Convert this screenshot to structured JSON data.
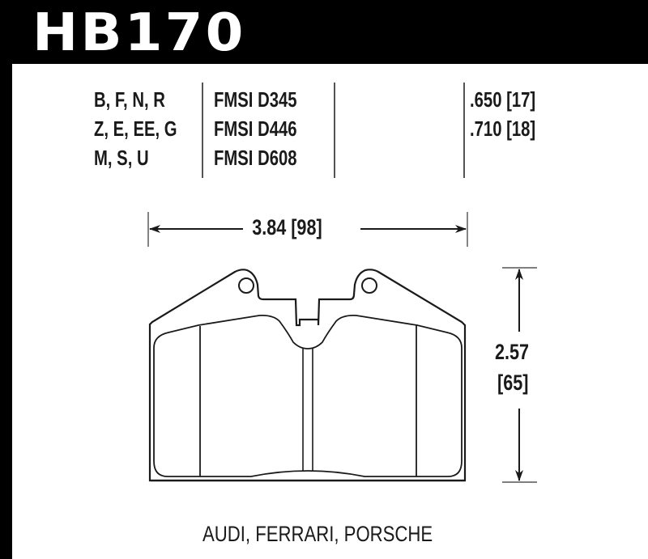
{
  "header": {
    "part_number": "HB170",
    "background_color": "#000000",
    "text_color": "#ffffff"
  },
  "specs": {
    "compounds": [
      "B, F, N, R",
      "Z, E, EE, G",
      "M, S, U"
    ],
    "fmsi": [
      "FMSI D345",
      "FMSI D446",
      "FMSI D608"
    ],
    "thickness": [
      ".650 [17]",
      ".710 [18]"
    ]
  },
  "dimensions": {
    "width_label": "3.84 [98]",
    "height_label_in": "2.57",
    "height_label_mm": "[65]"
  },
  "drawing": {
    "name": "brake-pad-outline",
    "stroke_color": "#1a1a1a"
  },
  "footer": {
    "applications": "AUDI, FERRARI, PORSCHE"
  }
}
